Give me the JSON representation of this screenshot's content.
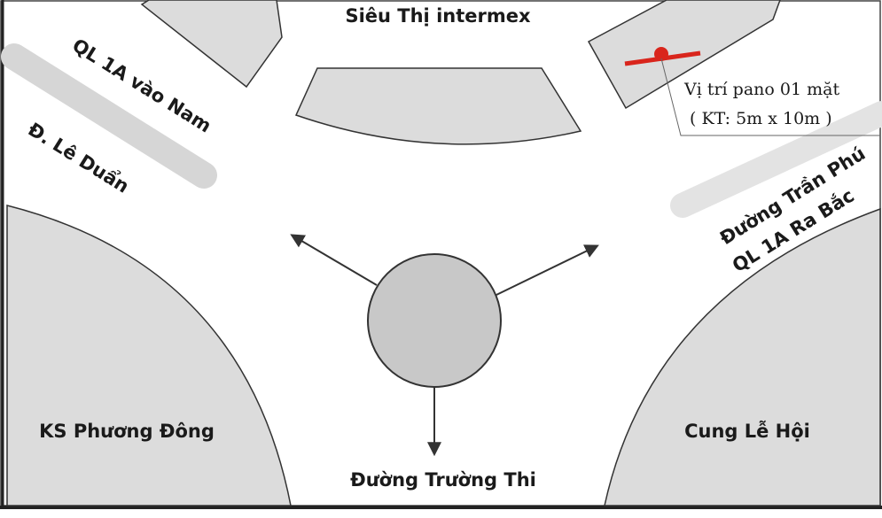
{
  "labels": {
    "supermarket": "Siêu Thị intermex",
    "ql1a_south": "QL 1A vào Nam",
    "le_duan": "Đ. Lê Duẩn",
    "tran_phu": "Đường Trần Phú",
    "ql1a_north": "QL 1A Ra Bắc",
    "hotel": "KS Phương Đông",
    "festival_palace": "Cung Lễ Hội",
    "truong_thi": "Đường Trường Thi"
  },
  "billboard": {
    "line1": "Vị trí pano 01 mặt",
    "line2": "( KT: 5m x 10m )",
    "marker_color": "#d9251c"
  },
  "colors": {
    "block_fill": "#dcdcdc",
    "road_stroke": "#333333",
    "background": "#ffffff"
  }
}
